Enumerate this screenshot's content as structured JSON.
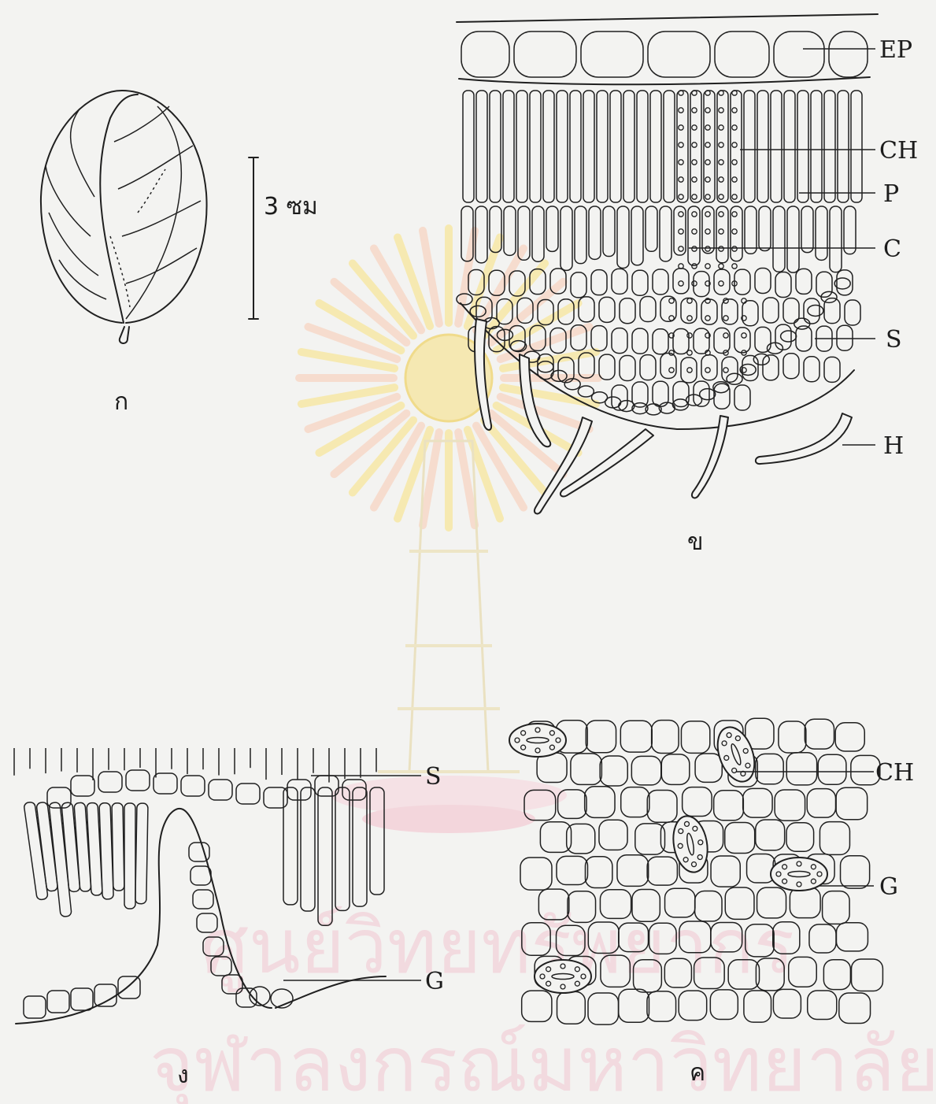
{
  "figure": {
    "panels": [
      {
        "id": "a",
        "caption": "ก",
        "scale_label": "3 ซม"
      },
      {
        "id": "b",
        "caption": "ข",
        "labels": [
          "EP",
          "CH",
          "P",
          "C",
          "S",
          "H"
        ]
      },
      {
        "id": "c",
        "caption": "ค",
        "labels": [
          "CH",
          "G"
        ]
      },
      {
        "id": "d",
        "caption": "ง",
        "labels": [
          "S",
          "G"
        ]
      }
    ]
  },
  "watermark": {
    "line1": "ศูนย์วิทยทรัพยากร",
    "line2": "จุฬาลงกรณ์มหาวิทยาลัย",
    "color": "#f0c6cf",
    "emblem": "chulalongkorn-emblem"
  }
}
